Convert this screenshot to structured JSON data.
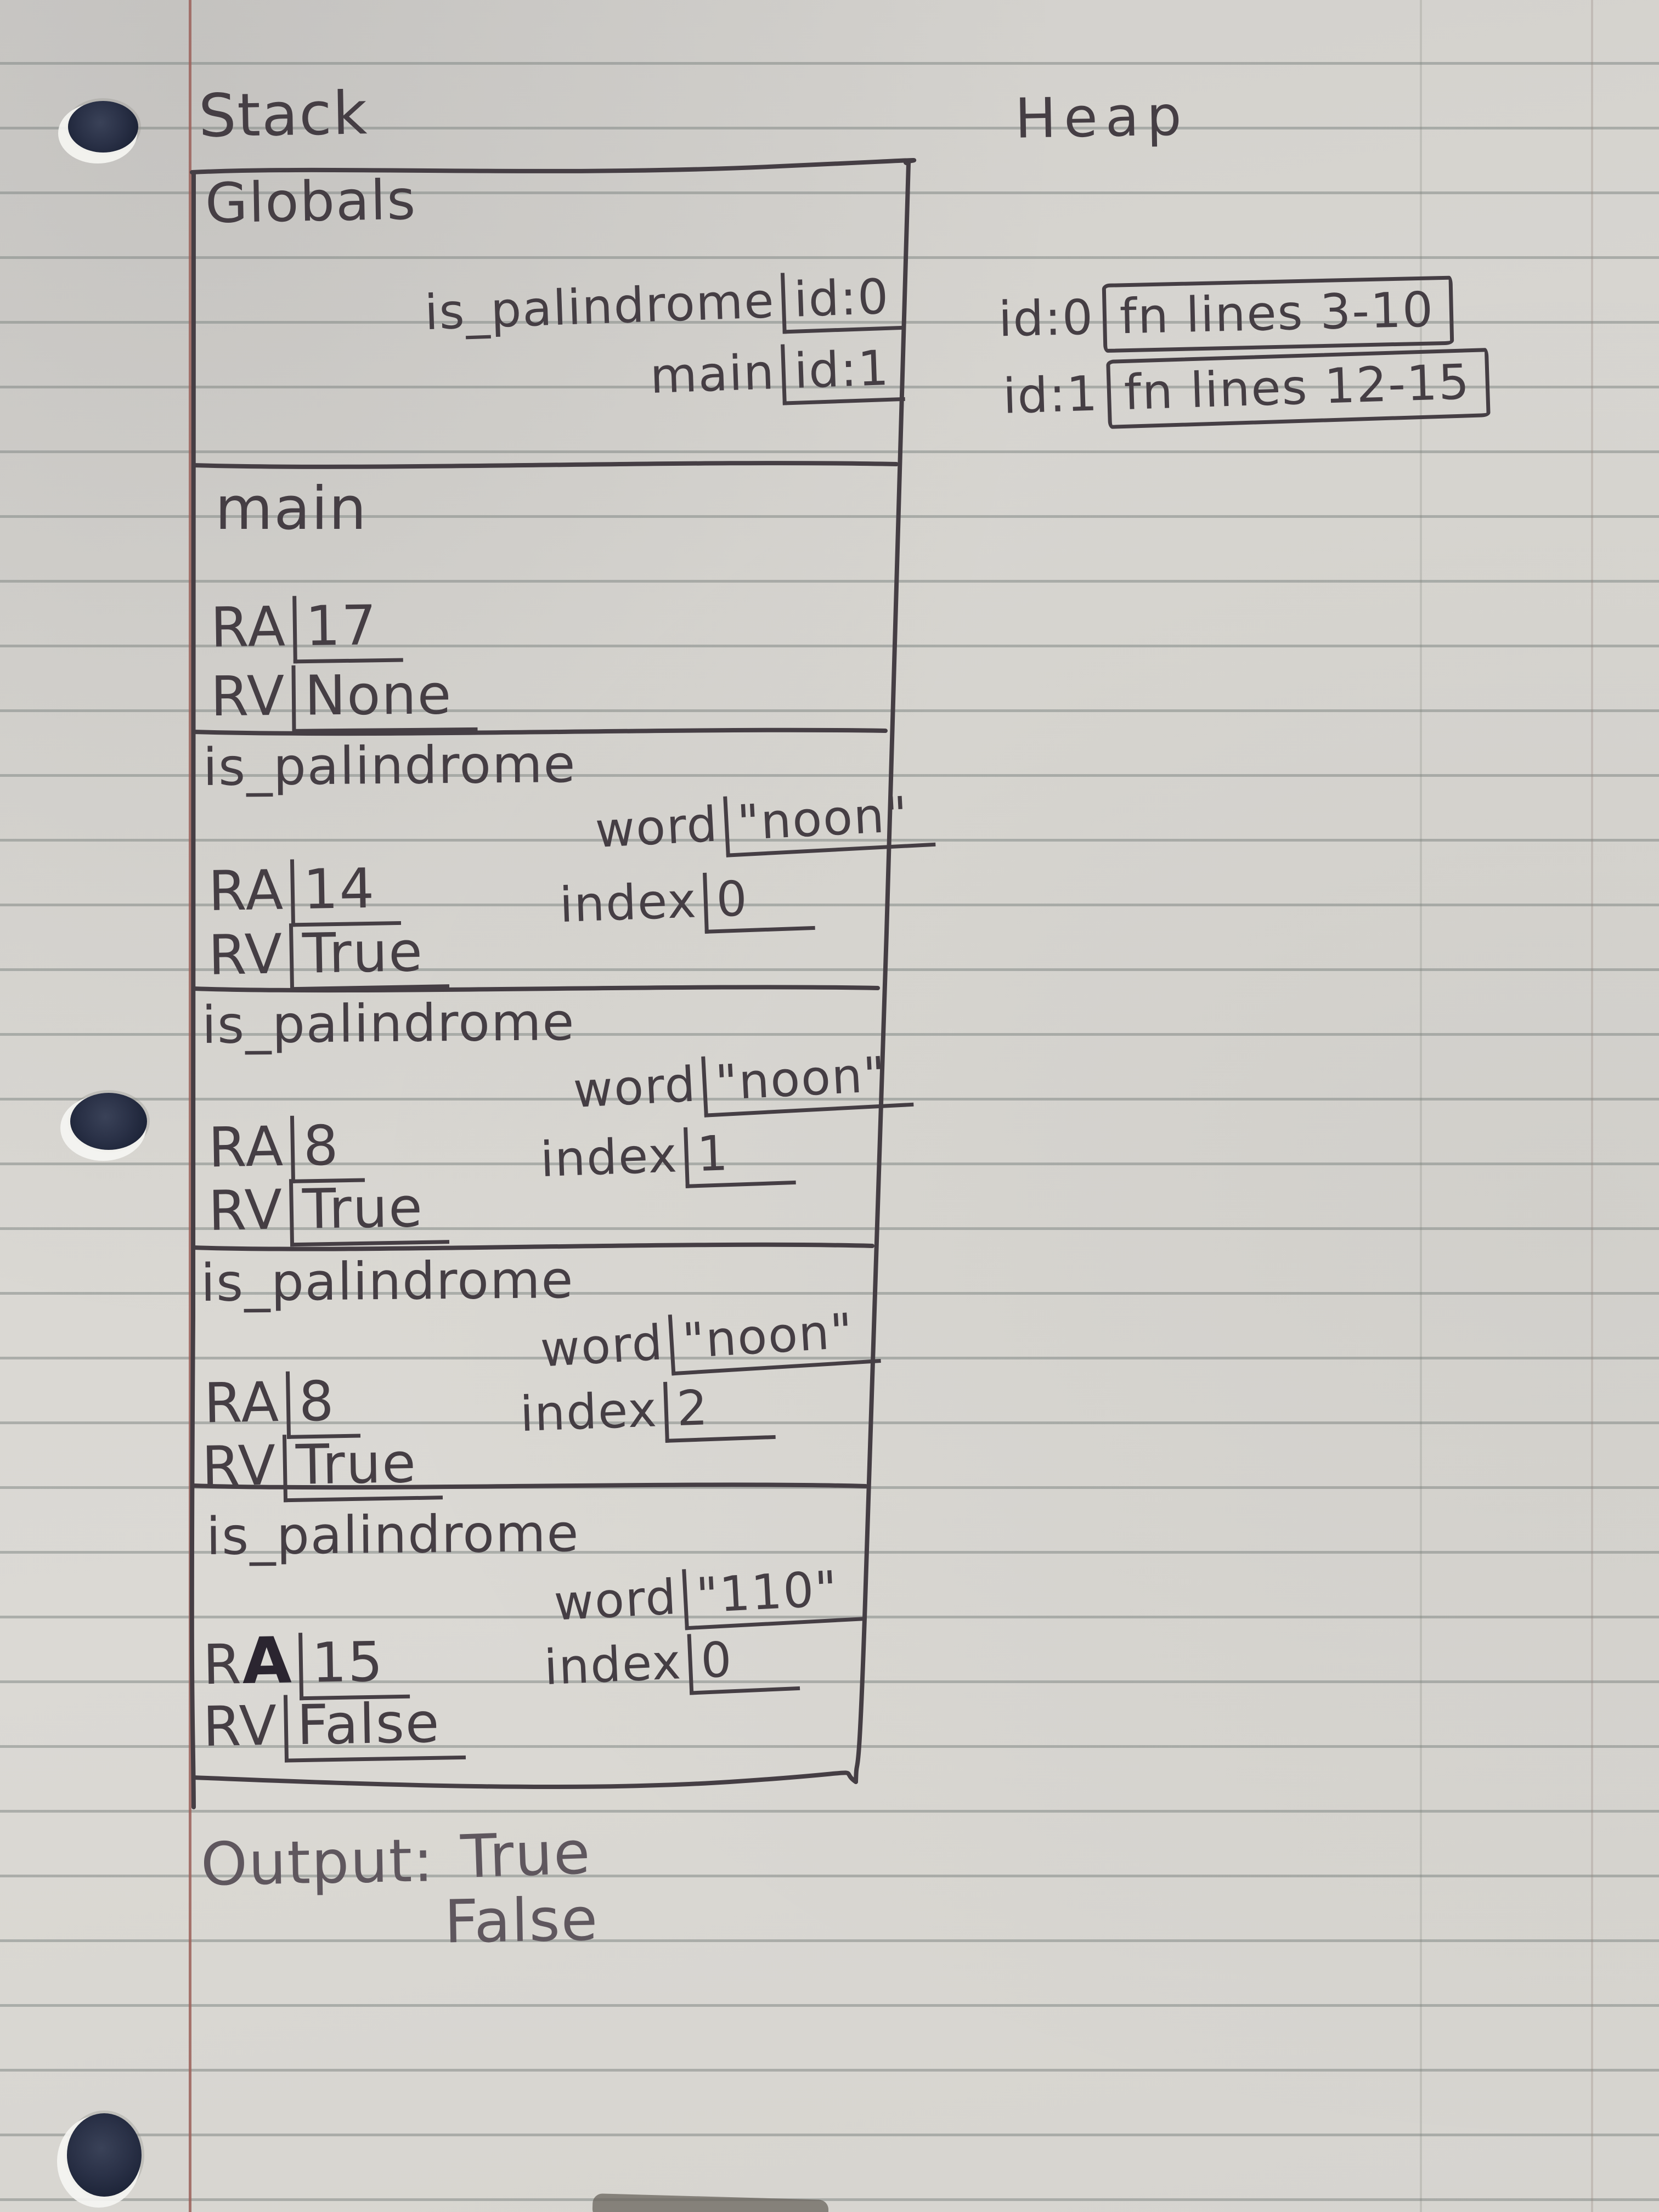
{
  "page": {
    "stack_title": "Stack",
    "heap_title": "Heap",
    "globals": {
      "title": "Globals",
      "entries": [
        {
          "name": "is_palindrome",
          "id": "id:0"
        },
        {
          "name": "main",
          "id": "id:1"
        }
      ]
    },
    "heap": {
      "objects": [
        {
          "id": "id:0",
          "desc": "fn lines 3-10"
        },
        {
          "id": "id:1",
          "desc": "fn lines 12-15"
        }
      ]
    },
    "frames": [
      {
        "name": "main",
        "ra_label": "RA",
        "ra": "17",
        "rv_label": "RV",
        "rv": "None"
      },
      {
        "name": "is_palindrome",
        "word_label": "word",
        "word": "\"noon\"",
        "ra_label": "RA",
        "ra": "14",
        "index_label": "index",
        "index": "0",
        "rv_label": "RV",
        "rv": "True"
      },
      {
        "name": "is_palindrome",
        "word_label": "word",
        "word": "\"noon\"",
        "ra_label": "RA",
        "ra": "8",
        "index_label": "index",
        "index": "1",
        "rv_label": "RV",
        "rv": "True"
      },
      {
        "name": "is_palindrome",
        "word_label": "word",
        "word": "\"noon\"",
        "ra_label": "RA",
        "ra": "8",
        "index_label": "index",
        "index": "2",
        "rv_label": "RV",
        "rv": "True"
      },
      {
        "name": "is_palindrome",
        "word_label": "word",
        "word": "\"110\"",
        "ra_label_1": "R",
        "ra_label_2": "A",
        "ra": "15",
        "index_label": "index",
        "index": "0",
        "rv_label": "RV",
        "rv": "False"
      }
    ],
    "output": {
      "label": "Output:",
      "values": [
        "True",
        "False"
      ]
    },
    "colors": {
      "ink": "#453e44",
      "pencil": "#5f575e",
      "paper": "#d8d6d1",
      "margin_red": "#9b615a",
      "hole_navy": "#1d2438"
    }
  }
}
